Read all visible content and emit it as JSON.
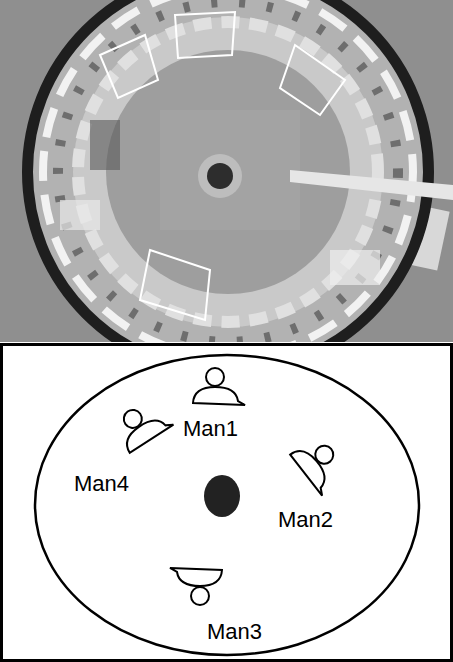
{
  "diagram": {
    "labels": [
      "Man1",
      "Man4",
      "Man2",
      "Man3"
    ]
  }
}
